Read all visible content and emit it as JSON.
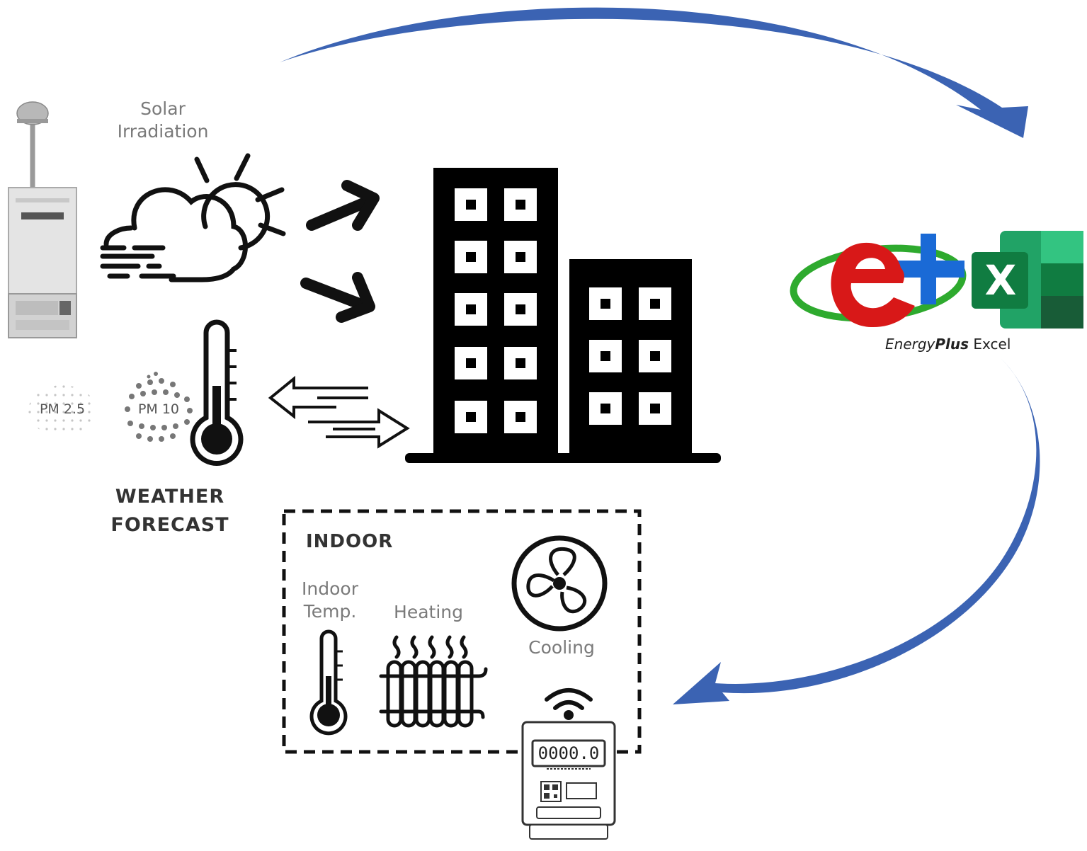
{
  "diagram": {
    "weather": {
      "solar_label_line1": "Solar",
      "solar_label_line2": "Irradiation",
      "pm25_label": "PM 2.5",
      "pm10_label": "PM 10",
      "forecast_line1": "WEATHER",
      "forecast_line2": "FORECAST"
    },
    "software": {
      "energyplus_energy": "Energy",
      "energyplus_plus": "Plus",
      "excel_label": "Excel",
      "excel_letter": "X"
    },
    "indoor": {
      "title": "INDOOR",
      "temp_line1": "Indoor",
      "temp_line2": "Temp.",
      "heating_label": "Heating",
      "cooling_label": "Cooling",
      "meter_reading": "0000.0"
    }
  }
}
